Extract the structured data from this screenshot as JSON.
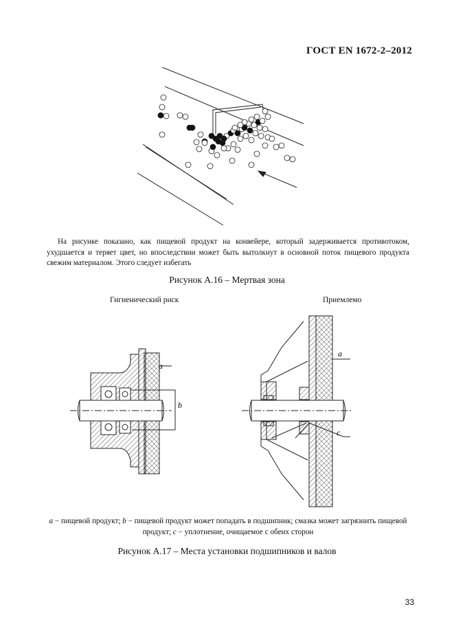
{
  "header": {
    "standard_code": "ГОСТ EN 1672-2–2012"
  },
  "figure_a16": {
    "paragraph": "На рисунке показано, как пищевой продукт на конвейере, который задерживается противотоком, ухудшается и теряет цвет, но впоследствии может быть вытолкнут в основной поток пищевого продукта свежим материалом. Этого следует избегать",
    "caption": "Рисунок А.16 – Мертвая зона"
  },
  "figure_a17": {
    "label_left": "Гигиенический риск",
    "label_right": "Приемлемо",
    "marker_a": "a",
    "marker_b": "b",
    "marker_c": "c",
    "legend": {
      "a_key": "a",
      "a_text": " − пищевой продукт; ",
      "b_key": "b",
      "b_text": " − пищевой продукт может попадать в подшипник; смазка может загрязнить пищевой продукт; ",
      "c_key": "c",
      "c_text": " − уплотнение, очищаемое с обеих сторон"
    },
    "caption": "Рисунок А.17 – Места установки подшипников и валов"
  },
  "footer": {
    "page_number": "33"
  }
}
